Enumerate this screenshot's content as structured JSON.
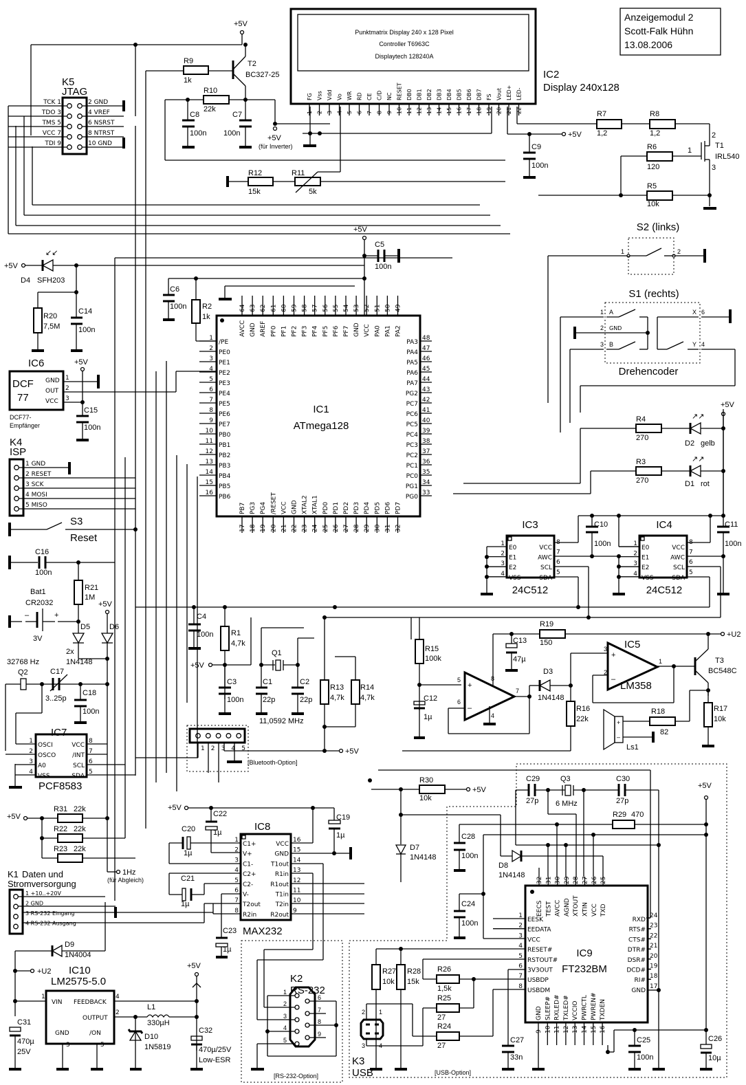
{
  "title_block": {
    "line1": "Anzeigemodul 2",
    "line2": "Scott-Falk Hühn",
    "line3": "13.08.2006"
  },
  "display": {
    "ref": "IC2",
    "name": "Display 240x128",
    "text1": "Punktmatrix Display 240 x 128 Pixel",
    "text2": "Controller T6963C",
    "text3": "Displaytech 128240A",
    "pins": [
      "FG",
      "Vss",
      "Vdd",
      "Vo",
      "WR",
      "RD",
      "CE",
      "C/D",
      "NC",
      "RESET",
      "DB0",
      "DB1",
      "DB2",
      "DB3",
      "DB4",
      "DB5",
      "DB6",
      "DB7",
      "FS",
      "Vout",
      "LED+",
      "LED-"
    ]
  },
  "mcu": {
    "ref": "IC1",
    "name": "ATmega128",
    "left_pins": [
      [
        "1",
        "/PE"
      ],
      [
        "2",
        "PE0"
      ],
      [
        "3",
        "PE1"
      ],
      [
        "4",
        "PE2"
      ],
      [
        "5",
        "PE3"
      ],
      [
        "6",
        "PE4"
      ],
      [
        "7",
        "PE5"
      ],
      [
        "8",
        "PE6"
      ],
      [
        "9",
        "PE7"
      ],
      [
        "10",
        "PB0"
      ],
      [
        "11",
        "PB1"
      ],
      [
        "12",
        "PB2"
      ],
      [
        "13",
        "PB3"
      ],
      [
        "14",
        "PB4"
      ],
      [
        "15",
        "PB5"
      ],
      [
        "16",
        "PB6"
      ]
    ],
    "right_pins": [
      [
        "48",
        "PA3"
      ],
      [
        "47",
        "PA4"
      ],
      [
        "46",
        "PA5"
      ],
      [
        "45",
        "PA6"
      ],
      [
        "44",
        "PA7"
      ],
      [
        "43",
        "PG2"
      ],
      [
        "42",
        "PC7"
      ],
      [
        "41",
        "PC6"
      ],
      [
        "40",
        "PC5"
      ],
      [
        "39",
        "PC4"
      ],
      [
        "38",
        "PC3"
      ],
      [
        "37",
        "PC2"
      ],
      [
        "36",
        "PC1"
      ],
      [
        "35",
        "PC0"
      ],
      [
        "34",
        "PG1"
      ],
      [
        "33",
        "PG0"
      ]
    ],
    "top_pins": [
      [
        "64",
        "AVCC"
      ],
      [
        "63",
        "GND"
      ],
      [
        "62",
        "AREF"
      ],
      [
        "61",
        "PF0"
      ],
      [
        "60",
        "PF1"
      ],
      [
        "59",
        "PF2"
      ],
      [
        "58",
        "PF3"
      ],
      [
        "57",
        "PF4"
      ],
      [
        "56",
        "PF5"
      ],
      [
        "55",
        "PF6"
      ],
      [
        "54",
        "PF7"
      ],
      [
        "53",
        "GND"
      ],
      [
        "52",
        "VCC"
      ],
      [
        "51",
        "PA0"
      ],
      [
        "50",
        "PA1"
      ],
      [
        "49",
        "PA2"
      ]
    ],
    "bottom_pins": [
      [
        "17",
        "PB7"
      ],
      [
        "18",
        "PG3"
      ],
      [
        "19",
        "PG4"
      ],
      [
        "20",
        "/RESET"
      ],
      [
        "21",
        "VCC"
      ],
      [
        "22",
        "GND"
      ],
      [
        "23",
        "XTAL2"
      ],
      [
        "24",
        "XTAL1"
      ],
      [
        "25",
        "PD0"
      ],
      [
        "26",
        "PD1"
      ],
      [
        "27",
        "PD2"
      ],
      [
        "28",
        "PD3"
      ],
      [
        "29",
        "PD4"
      ],
      [
        "30",
        "PD5"
      ],
      [
        "31",
        "PD6"
      ],
      [
        "32",
        "PD7"
      ]
    ]
  },
  "jtag": {
    "ref": "K5",
    "name": "JTAG",
    "left": [
      "TCK 1",
      "TDO 3",
      "TMS 5",
      "VCC 7",
      "TDI 9"
    ],
    "right": [
      "2 GND",
      "4 VREF",
      "6 NSRST",
      "8 NTRST",
      "10 GND"
    ]
  },
  "isp": {
    "ref": "K4",
    "name": "ISP",
    "pins": [
      "1 GND",
      "2 RESET",
      "3 SCK",
      "4 MOSI",
      "5 MISO"
    ]
  },
  "k1": {
    "ref": "K1",
    "name1": "Daten und",
    "name2": "Stromversorgung",
    "pins": [
      "1 +10..+20V",
      "2 GND",
      "3 RS-232 Eingang",
      "4 RS-232 Ausgang"
    ]
  },
  "dcf": {
    "ref": "IC6",
    "name1": "DCF",
    "name2": "77",
    "pins": [
      "GND",
      "OUT",
      "VCC"
    ],
    "nums": [
      "1",
      "2",
      "3"
    ],
    "caption1": "DCF77-",
    "caption2": "Empfänger"
  },
  "rtc": {
    "ref": "IC7",
    "name": "PCF8583",
    "left": [
      [
        "1",
        "OSCI"
      ],
      [
        "2",
        "OSCO"
      ],
      [
        "3",
        "A0"
      ],
      [
        "4",
        "VSS"
      ]
    ],
    "right": [
      [
        "8",
        "VCC"
      ],
      [
        "7",
        "/INT"
      ],
      [
        "6",
        "SCL"
      ],
      [
        "5",
        "SDA"
      ]
    ]
  },
  "eeprom": [
    {
      "ref": "IC3",
      "name": "24C512"
    },
    {
      "ref": "IC4",
      "name": "24C512"
    }
  ],
  "eeprom_pins": {
    "left": [
      [
        "1",
        "E0"
      ],
      [
        "2",
        "E1"
      ],
      [
        "3",
        "E2"
      ],
      [
        "4",
        "VSS"
      ]
    ],
    "right": [
      [
        "8",
        "VCC"
      ],
      [
        "7",
        "AWC"
      ],
      [
        "6",
        "SCL"
      ],
      [
        "5",
        "SDA"
      ]
    ]
  },
  "opamp": {
    "ref": "IC5",
    "name": "LM358"
  },
  "max232": {
    "ref": "IC8",
    "name": "MAX232",
    "left": [
      [
        "1",
        "C1+"
      ],
      [
        "2",
        "V+"
      ],
      [
        "3",
        "C1-"
      ],
      [
        "4",
        "C2+"
      ],
      [
        "5",
        "C2-"
      ],
      [
        "6",
        "V-"
      ],
      [
        "7",
        "T2out"
      ],
      [
        "8",
        "R2in"
      ]
    ],
    "right": [
      [
        "16",
        "VCC"
      ],
      [
        "15",
        "GND"
      ],
      [
        "14",
        "T1out"
      ],
      [
        "13",
        "R1in"
      ],
      [
        "12",
        "R1out"
      ],
      [
        "11",
        "T1in"
      ],
      [
        "10",
        "T2in"
      ],
      [
        "9",
        "R2out"
      ]
    ]
  },
  "ft232": {
    "ref": "IC9",
    "name": "FT232BM",
    "top": [
      [
        "32",
        "EECS"
      ],
      [
        "31",
        "TEST"
      ],
      [
        "30",
        "AVCC"
      ],
      [
        "29",
        "AGND"
      ],
      [
        "28",
        "XTOUT"
      ],
      [
        "27",
        "XTIN"
      ],
      [
        "26",
        "VCC"
      ],
      [
        "25",
        "TXD"
      ]
    ],
    "left": [
      [
        "1",
        "EESK"
      ],
      [
        "2",
        "EEDATA"
      ],
      [
        "3",
        "VCC"
      ],
      [
        "4",
        "RESET#"
      ],
      [
        "5",
        "RSTOUT#"
      ],
      [
        "6",
        "3V3OUT"
      ],
      [
        "7",
        "USBDP"
      ],
      [
        "8",
        "USBDM"
      ]
    ],
    "right": [
      [
        "24",
        "RXD"
      ],
      [
        "23",
        "RTS#"
      ],
      [
        "22",
        "CTS#"
      ],
      [
        "21",
        "DTR#"
      ],
      [
        "20",
        "DSR#"
      ],
      [
        "19",
        "DCD#"
      ],
      [
        "18",
        "RI#"
      ],
      [
        "17",
        "GND"
      ]
    ],
    "bottom": [
      [
        "9",
        "GND"
      ],
      [
        "10",
        "SLEEP#"
      ],
      [
        "11",
        "RXLED#"
      ],
      [
        "12",
        "TXLED#"
      ],
      [
        "13",
        "VCCIO"
      ],
      [
        "14",
        "PWRCTL"
      ],
      [
        "15",
        "PWREN#"
      ],
      [
        "16",
        "TXDEN"
      ]
    ]
  },
  "regulator": {
    "ref": "IC10",
    "name": "LM2575-5.0",
    "pins": [
      "VIN",
      "FEEDBACK",
      "OUTPUT",
      "GND",
      "/ON"
    ],
    "nums": [
      "1",
      "4",
      "2",
      "3",
      "5"
    ]
  },
  "switches": {
    "s2": "S2 (links)",
    "s1": "S1  (rechts)",
    "encoder": "Drehencoder",
    "s3": "S3",
    "reset": "Reset",
    "enc_pins": [
      "1",
      "A",
      "2",
      "GND",
      "3",
      "B",
      "X",
      "6",
      "Y",
      "4"
    ]
  },
  "connectors": {
    "k2": {
      "ref": "K2",
      "name": "RS-232",
      "option": "[RS-232-Option]"
    },
    "k3": {
      "ref": "K3",
      "name": "USB",
      "option": "[USB-Option]"
    },
    "bt": {
      "option": "[Bluetooth-Option]",
      "pins": [
        "1",
        "2",
        "3",
        "4",
        "5"
      ]
    }
  },
  "nets": {
    "vcc": "+5V",
    "u2": "+U2",
    "hz": "1Hz",
    "hz_note": "(für Abgleich)",
    "inv_note": "(für Inverter)"
  },
  "components": {
    "R9": [
      "R9",
      "1k"
    ],
    "R10": [
      "R10",
      "22k"
    ],
    "R12": [
      "R12",
      "15k"
    ],
    "R11": [
      "R11",
      "5k"
    ],
    "R7": [
      "R7",
      "1,2"
    ],
    "R8": [
      "R8",
      "1,2"
    ],
    "R6": [
      "R6",
      "120"
    ],
    "R5": [
      "R5",
      "10k"
    ],
    "R20": [
      "R20",
      "7,5M"
    ],
    "R2": [
      "R2",
      "1k"
    ],
    "R4": [
      "R4",
      "270"
    ],
    "R3": [
      "R3",
      "270"
    ],
    "R21": [
      "R21",
      "1M"
    ],
    "R1": [
      "R1",
      "4,7k"
    ],
    "R13": [
      "R13",
      "4,7k"
    ],
    "R14": [
      "R14",
      "4,7k"
    ],
    "R15": [
      "R15",
      "100k"
    ],
    "R16": [
      "R16",
      "22k"
    ],
    "R17": [
      "R17",
      "10k"
    ],
    "R18": [
      "R18",
      "82"
    ],
    "R19": [
      "R19",
      "150"
    ],
    "R31": [
      "R31",
      "22k"
    ],
    "R22": [
      "R22",
      "22k"
    ],
    "R23": [
      "R23",
      "22k"
    ],
    "R30": [
      "R30",
      "10k"
    ],
    "R29": [
      "R29",
      "470"
    ],
    "R27": [
      "R27",
      "10k"
    ],
    "R28": [
      "R28",
      "15k"
    ],
    "R26": [
      "R26",
      "1,5k"
    ],
    "R25": [
      "R25",
      "27"
    ],
    "R24": [
      "R24",
      "27"
    ],
    "C8": [
      "C8",
      "100n"
    ],
    "C7": [
      "C7",
      "100n"
    ],
    "C9": [
      "C9",
      "100n"
    ],
    "C5": [
      "C5",
      "100n"
    ],
    "C6": [
      "C6",
      "100n"
    ],
    "C14": [
      "C14",
      "100n"
    ],
    "C15": [
      "C15",
      "100n"
    ],
    "C16": [
      "C16",
      "100n"
    ],
    "C4": [
      "C4",
      "100n"
    ],
    "C3": [
      "C3",
      "100n"
    ],
    "C1": [
      "C1",
      "22p"
    ],
    "C2": [
      "C2",
      "22p"
    ],
    "C10": [
      "C10",
      "100n"
    ],
    "C11": [
      "C11",
      "100n"
    ],
    "C13": [
      "C13",
      "47µ"
    ],
    "C12": [
      "C12",
      "1µ"
    ],
    "C17": [
      "C17",
      "3..25p"
    ],
    "C18": [
      "C18",
      "100n"
    ],
    "C22": [
      "C22",
      "1µ"
    ],
    "C19": [
      "C19",
      "1µ"
    ],
    "C20": [
      "C20",
      "1µ"
    ],
    "C21": [
      "C21",
      "1µ"
    ],
    "C23": [
      "C23",
      "1µ"
    ],
    "C28": [
      "C28",
      "100n"
    ],
    "C24": [
      "C24",
      "100n"
    ],
    "C29": [
      "C29",
      "27p"
    ],
    "C30": [
      "C30",
      "27p"
    ],
    "C27": [
      "C27",
      "33n"
    ],
    "C25": [
      "C25",
      "100n"
    ],
    "C26": [
      "C26",
      "10µ"
    ],
    "C31": [
      "C31",
      "470µ",
      "25V"
    ],
    "C32": [
      "C32",
      "470µ/25V",
      "Low-ESR"
    ],
    "T2": [
      "T2",
      "BC327-25"
    ],
    "T1": [
      "T1",
      "IRL540"
    ],
    "T3": [
      "T3",
      "BC548C"
    ],
    "D4": [
      "D4",
      "SFH203"
    ],
    "D2": [
      "D2",
      "gelb"
    ],
    "D1": [
      "D1",
      "rot"
    ],
    "D3": [
      "D3",
      "1N4148"
    ],
    "D5": [
      "D5"
    ],
    "D6": [
      "D6"
    ],
    "D56": [
      "2x",
      "1N4148"
    ],
    "D7": [
      "D7",
      "1N4148"
    ],
    "D8": [
      "D8",
      "1N4148"
    ],
    "D9": [
      "D9",
      "1N4004"
    ],
    "D10": [
      "D10",
      "1N5819"
    ],
    "Q1": [
      "Q1",
      "11,0592 MHz"
    ],
    "Q2": [
      "Q2",
      "32768 Hz"
    ],
    "Q3": [
      "Q3",
      "6 MHz"
    ],
    "L1": [
      "L1",
      "330µH"
    ],
    "Bat1": [
      "Bat1",
      "CR2032",
      "3V"
    ],
    "Ls1": [
      "Ls1"
    ]
  }
}
